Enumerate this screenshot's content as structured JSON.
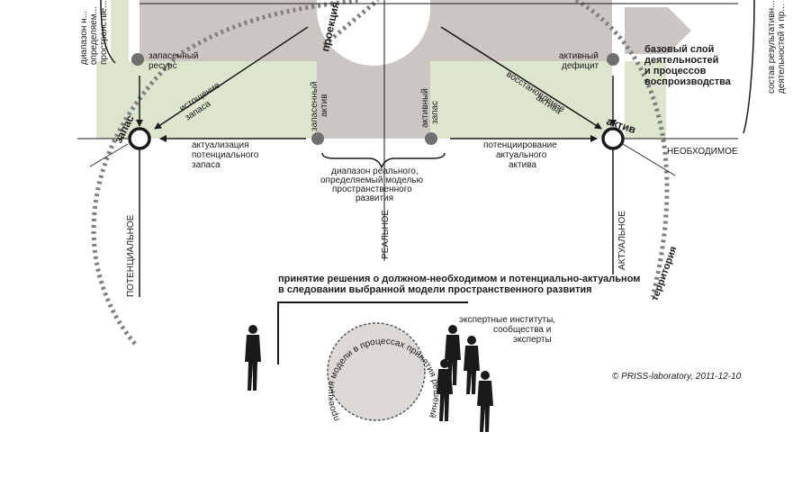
{
  "labels": {
    "reserve": "запас",
    "asset": "актив",
    "projection": "проекция",
    "territory": "территория",
    "reserve_resource_1": "запасенный",
    "reserve_resource_2": "ресурс",
    "active_deficit_1": "активный",
    "active_deficit_2": "дефицит",
    "depletion_1": "истощение",
    "depletion_2": "запаса",
    "restoration_1": "восстановление",
    "restoration_2": "актива",
    "stored_asset_1": "запасенный",
    "stored_asset_2": "актив",
    "active_reserve_1": "активный",
    "active_reserve_2": "запас",
    "actualization_1": "актуализация",
    "actualization_2": "потенциального",
    "actualization_3": "запаса",
    "potentiation_1": "потенциирование",
    "potentiation_2": "актуального",
    "potentiation_3": "актива",
    "range_real_1": "диапазон реального,",
    "range_real_2": "определяемый моделью",
    "range_real_3": "пространственного",
    "range_real_4": "развития",
    "necessary": "НЕОБХОДИМОЕ",
    "potential": "ПОТЕНЦИАЛЬНОЕ",
    "real": "РЕАЛЬНОЕ",
    "actual": "АКТУАЛЬНОЕ",
    "base_layer_1": "базовый слой",
    "base_layer_2": "деятельностей",
    "base_layer_3": "и процессов",
    "base_layer_4": "воспроизводства",
    "left_range_1": "диапазон н...",
    "left_range_2": "определяем...",
    "left_range_3": "пространстве...",
    "right_comp_1": "состав результативн...",
    "right_comp_2": "деятельностей и пр...",
    "decision_1": "принятие решения о должном-необходимом и потенциально-актуальном",
    "decision_2": "в следовании выбранной модели пространственного развития",
    "experts_1": "экспертные институты,",
    "experts_2": "сообщества и",
    "experts_3": "эксперты",
    "circle_arc": "проекция модели в процессах принятия решений",
    "copyright": "© PRISS-laboratory, 2011-12-10"
  },
  "colors": {
    "green": "#dde5cd",
    "gray": "#cbc6c2",
    "dark": "#1a1a1a",
    "dot": "#6f6f6f",
    "round": "#dcd8d5"
  }
}
